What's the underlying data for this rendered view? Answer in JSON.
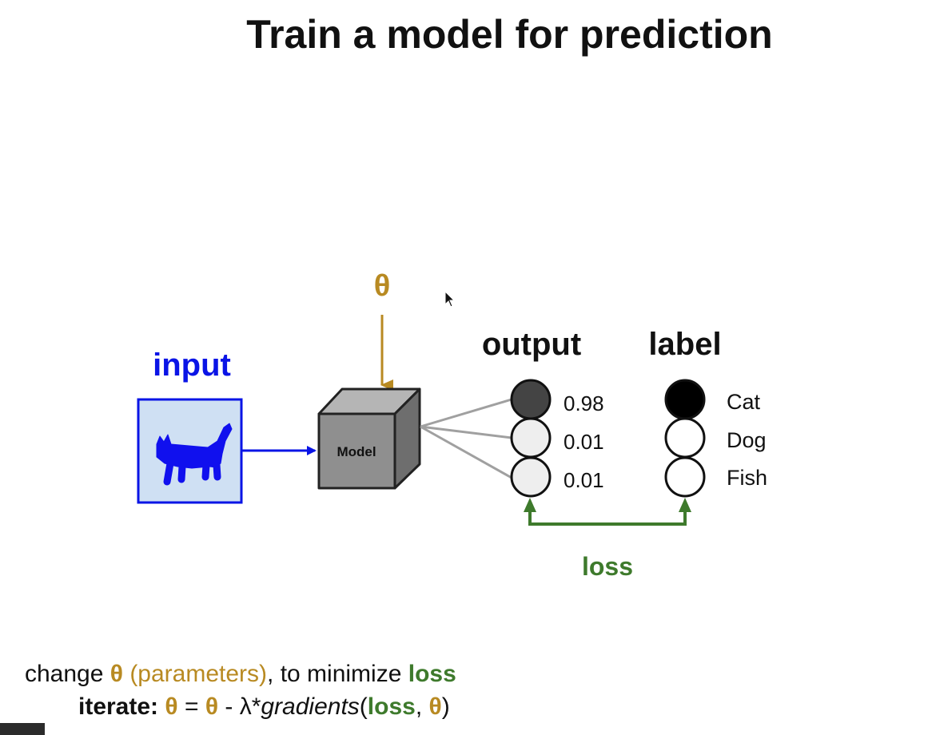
{
  "title": "Train a model for prediction",
  "diagram": {
    "input_label": "input",
    "theta_label": "θ",
    "model_label": "Model",
    "output_label": "output",
    "label_label": "label",
    "loss_label": "loss",
    "outputs": [
      "0.98",
      "0.01",
      "0.01"
    ],
    "classes": [
      "Cat",
      "Dog",
      "Fish"
    ],
    "output_fill": [
      0.98,
      0.01,
      0.01
    ],
    "label_fill": [
      1,
      0,
      0
    ]
  },
  "caption": {
    "line1": {
      "prefix": "change ",
      "theta": "θ",
      "params": " (parameters)",
      "middle": ", to minimize ",
      "loss": "loss"
    },
    "line2": {
      "iterate": "iterate:",
      "sp1": " ",
      "theta1": "θ",
      "eq": " = ",
      "theta2": "θ",
      "minus": " - λ*",
      "gradients": "gradients",
      "open": "(",
      "loss": "loss",
      "comma": ", ",
      "theta3": "θ",
      "close": ")"
    }
  },
  "colors": {
    "input": "#0a14e6",
    "theta": "#b88a22",
    "loss": "#3e7a2c",
    "input_box_fill": "#cfe0f3",
    "model_front": "#8f8f8f"
  }
}
